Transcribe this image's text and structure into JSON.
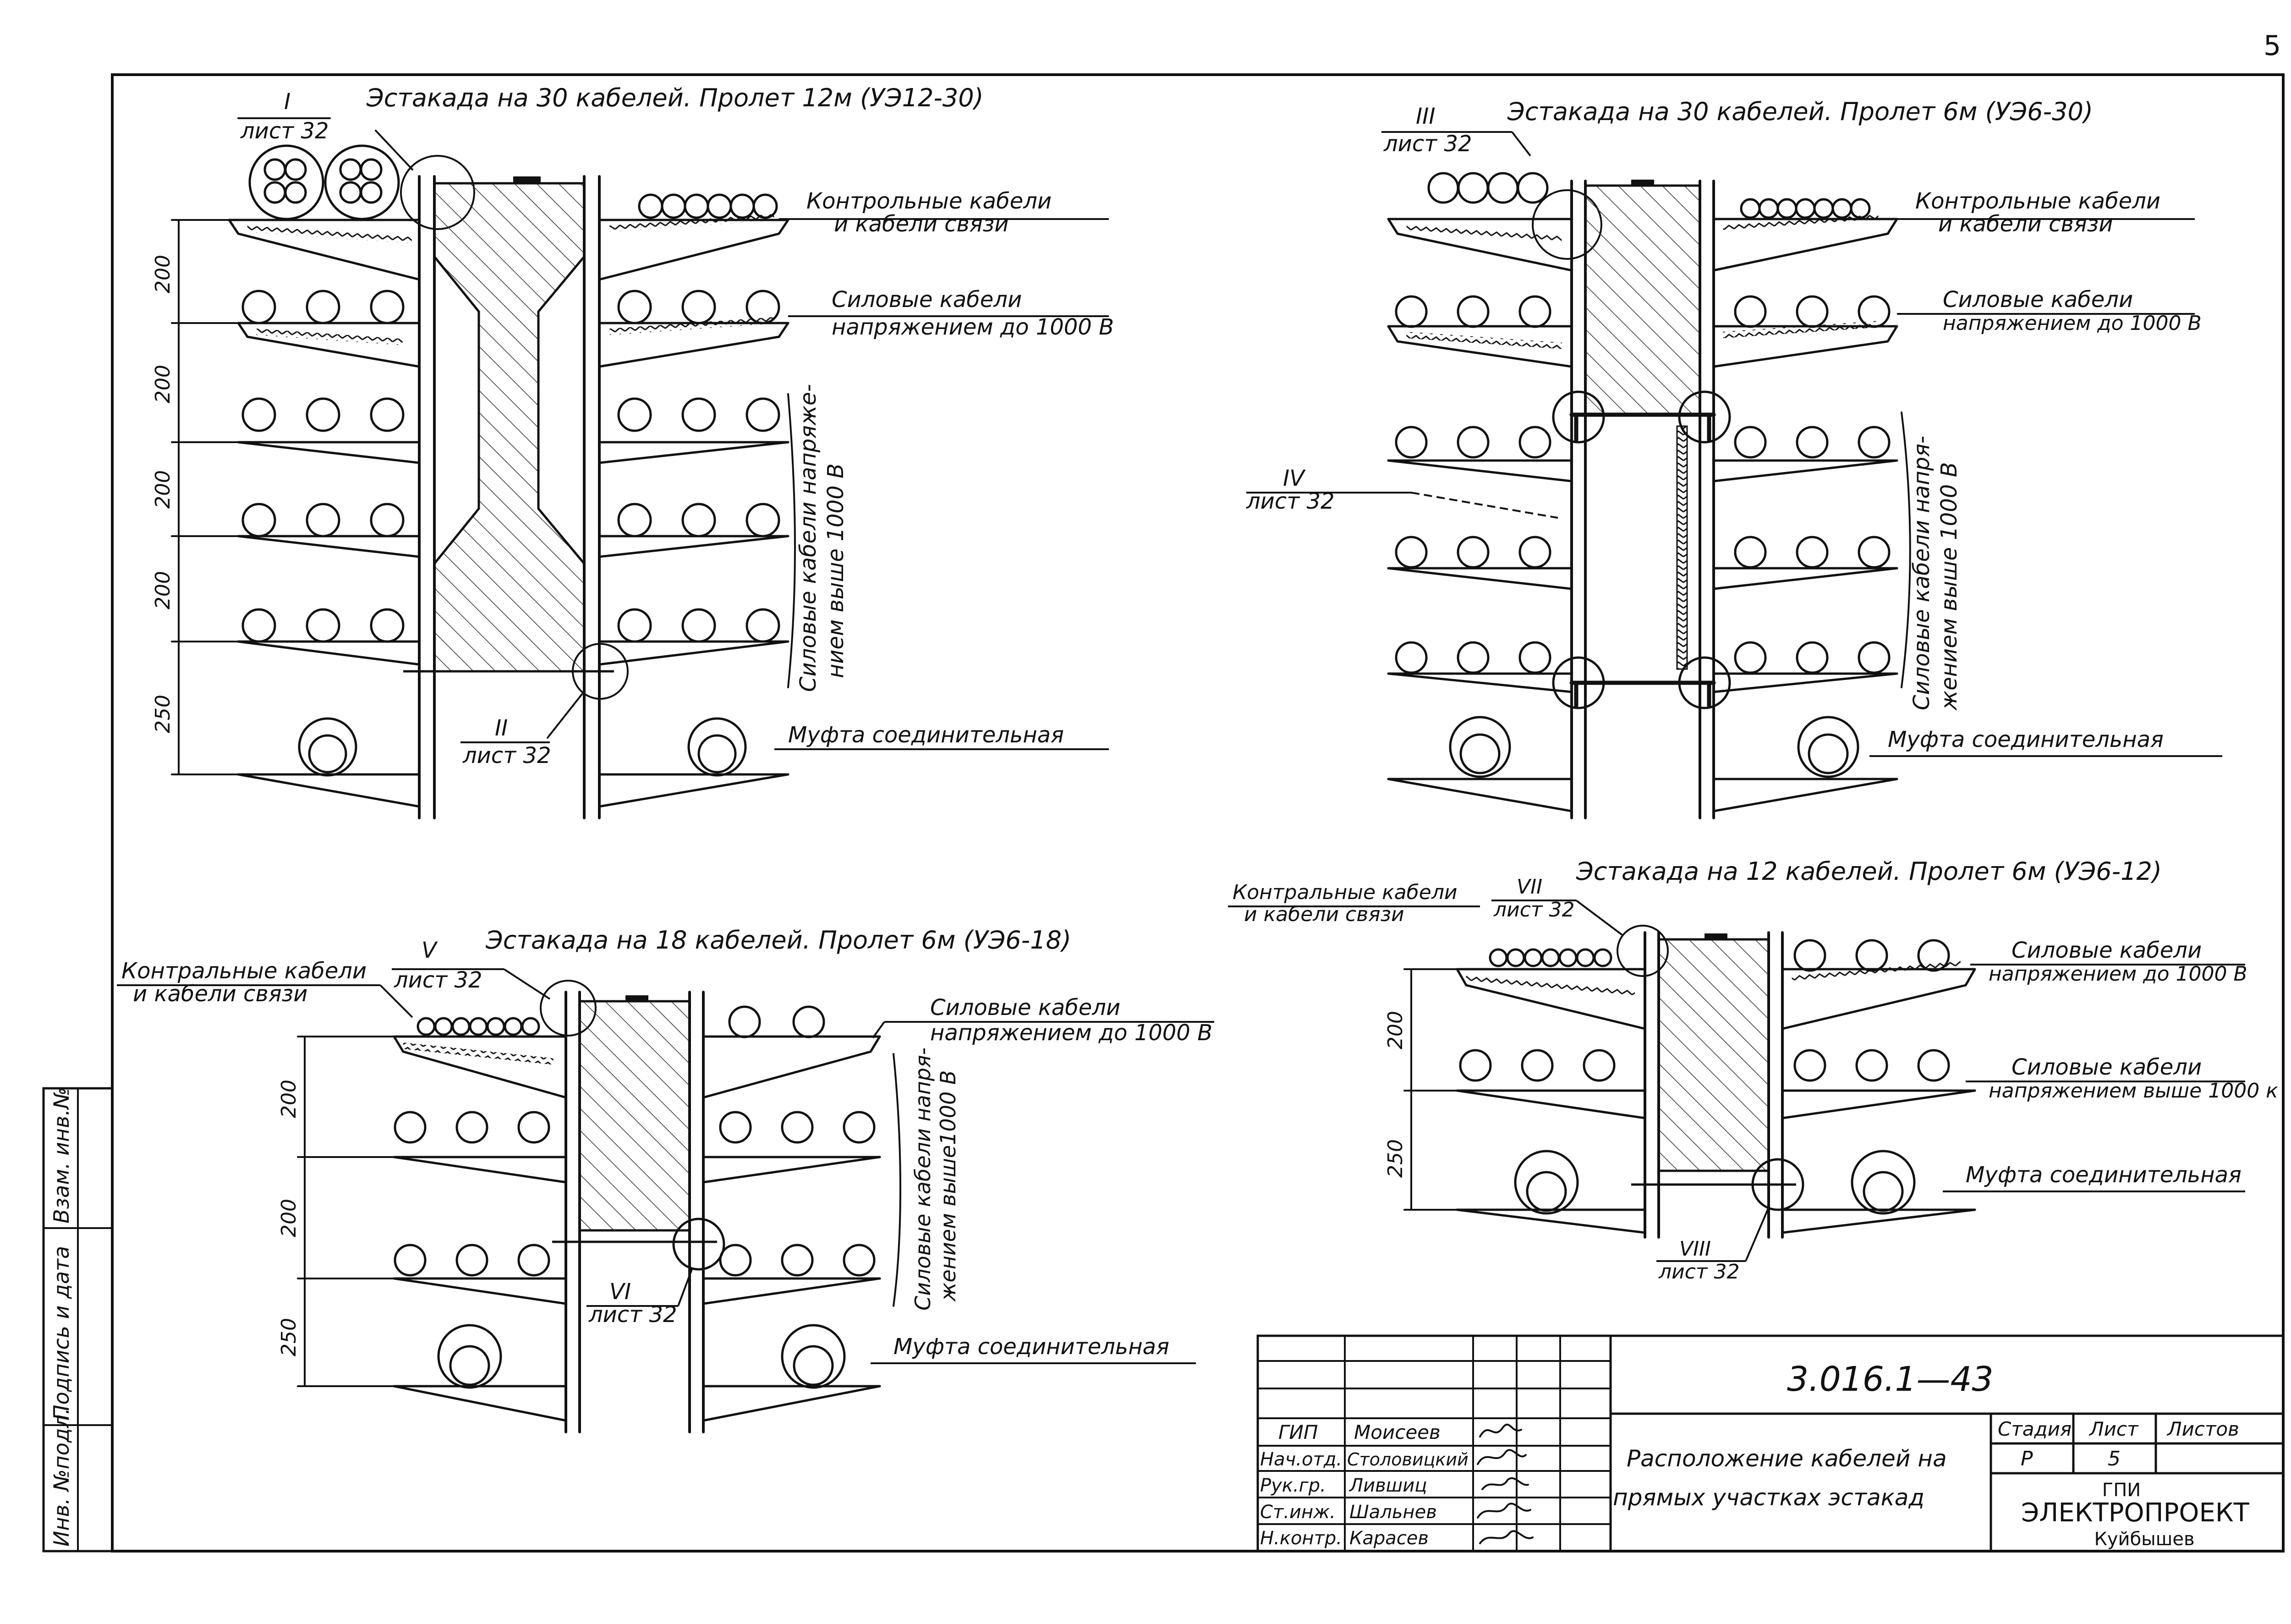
{
  "corner_mark": "5",
  "views": {
    "a": {
      "title": "Эстакада на 30 кабелей. Пролет 12м (УЭ12-30)",
      "callout_top": {
        "num": "I",
        "sheet": "лист 32"
      },
      "callout_bottom": {
        "num": "II",
        "sheet": "лист 32"
      },
      "dims": [
        "200",
        "200",
        "200",
        "200",
        "250"
      ],
      "label_control": [
        "Контрольные кабели",
        "и кабели связи"
      ],
      "label_power_low": [
        "Силовые кабели",
        "напряжением до 1000 В"
      ],
      "label_power_high": [
        "Силовые кабели напряже-",
        "нием выше 1000 В"
      ],
      "label_coupling": "Муфта соединительная"
    },
    "b": {
      "title": "Эстакада на 30 кабелей. Пролет 6м (УЭ6-30)",
      "callout_top": {
        "num": "III",
        "sheet": "лист 32"
      },
      "callout_mid": {
        "num": "IV",
        "sheet": "лист 32"
      },
      "label_control": [
        "Контрольные кабели",
        "и кабели связи"
      ],
      "label_power_low": [
        "Силовые кабели",
        "напряжением до 1000 В"
      ],
      "label_power_high": [
        "Силовые кабели напря-",
        "жением выше 1000 В"
      ],
      "label_coupling": "Муфта соединительная"
    },
    "c": {
      "title": "Эстакада на 18 кабелей. Пролет 6м (УЭ6-18)",
      "callout_top": {
        "num": "V",
        "sheet": "лист 32"
      },
      "callout_bottom": {
        "num": "VI",
        "sheet": "лист 32"
      },
      "dims": [
        "200",
        "200",
        "250"
      ],
      "label_control": [
        "Контральные кабели",
        "и кабели связи"
      ],
      "label_power_low": [
        "Силовые кабели",
        "напряжением до 1000 В"
      ],
      "label_power_high": [
        "Силовые кабели напря-",
        "жением выше1000 В"
      ],
      "label_coupling": "Муфта соединительная"
    },
    "d": {
      "title": "Эстакада на 12 кабелей. Пролет 6м (УЭ6-12)",
      "callout_top": {
        "num": "VII",
        "sheet": "лист 32"
      },
      "callout_bottom": {
        "num": "VIII",
        "sheet": "лист 32"
      },
      "dims": [
        "200",
        "250"
      ],
      "label_control": [
        "Контральные кабели",
        "и кабели связи"
      ],
      "label_power_low": [
        "Силовые кабели",
        "напряжением до 1000 В"
      ],
      "label_power_high": [
        "Силовые кабели",
        "напряжением выше 1000 к"
      ],
      "label_coupling": "Муфта соединительная"
    }
  },
  "left_strip": [
    "Инв. №подл.",
    "Подпись и дата",
    "Взам. инв.№"
  ],
  "title_block": {
    "doc_number": "3.016.1—43",
    "drawing_title": [
      "Расположение кабелей на",
      "прямых участках эстакад"
    ],
    "headers": {
      "stage": "Стадия",
      "sheet": "Лист",
      "sheets": "Листов"
    },
    "values": {
      "stage": "Р",
      "sheet": "5",
      "sheets": ""
    },
    "org": [
      "ГПИ",
      "ЭЛЕКТРОПРОЕКТ",
      "Куйбышев"
    ],
    "people": [
      {
        "role": "ГИП",
        "name": "Моисеев"
      },
      {
        "role": "Нач.отд.",
        "name": "Столовицкий"
      },
      {
        "role": "Рук.гр.",
        "name": "Лившиц"
      },
      {
        "role": "Ст.инж.",
        "name": "Шальнев"
      },
      {
        "role": "Н.контр.",
        "name": "Карасев"
      }
    ]
  }
}
